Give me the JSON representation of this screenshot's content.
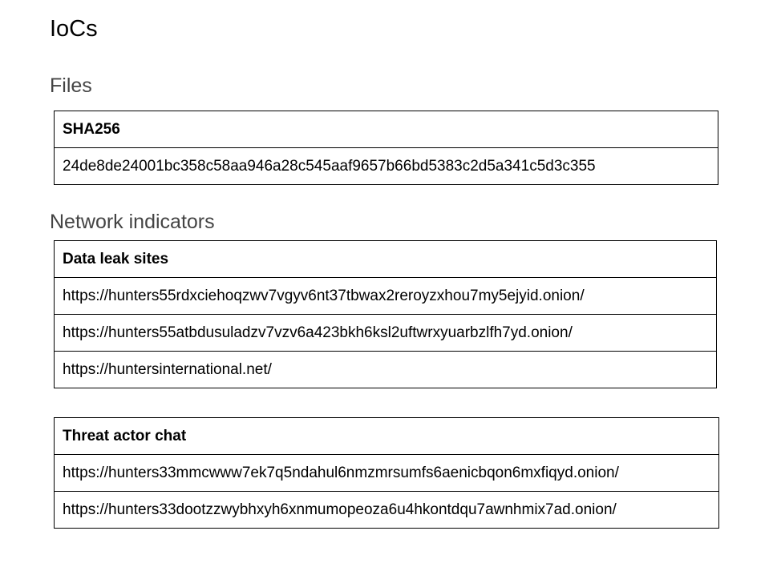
{
  "page_title": "IoCs",
  "files": {
    "heading": "Files",
    "table": {
      "header": "SHA256",
      "rows": [
        "24de8de24001bc358c58aa946a28c545aaf9657b66bd5383c2d5a341c5d3c355"
      ]
    }
  },
  "network": {
    "heading": "Network indicators",
    "data_leak_sites": {
      "header": "Data leak sites",
      "rows": [
        "https://hunters55rdxciehoqzwv7vgyv6nt37tbwax2reroyzxhou7my5ejyid.onion/",
        "https://hunters55atbdusuladzv7vzv6a423bkh6ksl2uftwrxyuarbzlfh7yd.onion/",
        "https://huntersinternational.net/"
      ]
    },
    "threat_actor_chat": {
      "header": "Threat actor chat",
      "rows": [
        "https://hunters33mmcwww7ek7q5ndahul6nmzmrsumfs6aenicbqon6mxfiqyd.onion/",
        "https://hunters33dootzzwybhxyh6xnmumopeoza6u4hkontdqu7awnhmix7ad.onion/"
      ]
    }
  }
}
